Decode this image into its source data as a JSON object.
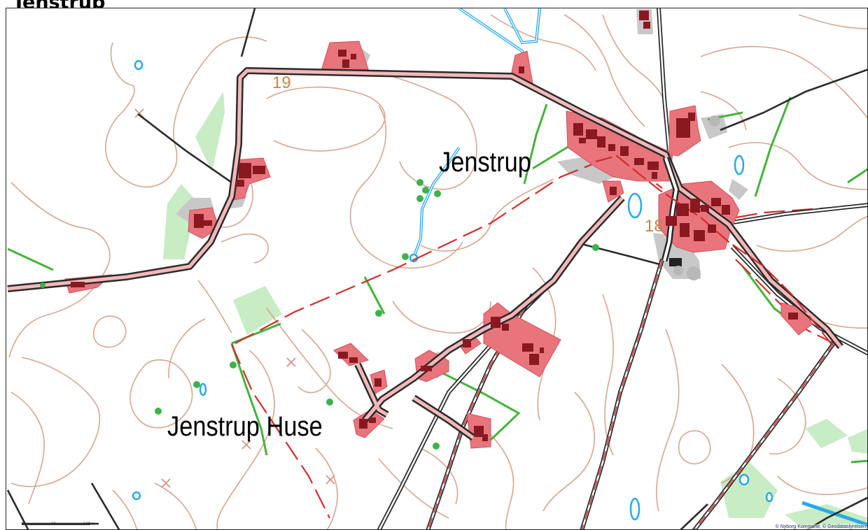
{
  "page": {
    "heading": "Jenstrup"
  },
  "map": {
    "place_labels": {
      "village": "Jenstrup",
      "hamlet": "Jenstrup Huse"
    },
    "height_labels": [
      "19",
      "18"
    ],
    "scale_bar": {
      "ticks": [
        "0",
        "60",
        "120 m"
      ]
    },
    "copyright": "© Nyborg Kommune, © Geodatastyrelsen",
    "colors": {
      "contour": "#d9a58f",
      "road_casing": "#2a2a2a",
      "road_fill": "#f2b8b8",
      "building_area": "#e8757c",
      "building": "#8a1820",
      "water": "#2aa8e8",
      "hedge": "#44b33c",
      "field_boundary": "#d62b2b",
      "meadow": "#c8ecc4",
      "paved": "#c8c8c8"
    }
  }
}
